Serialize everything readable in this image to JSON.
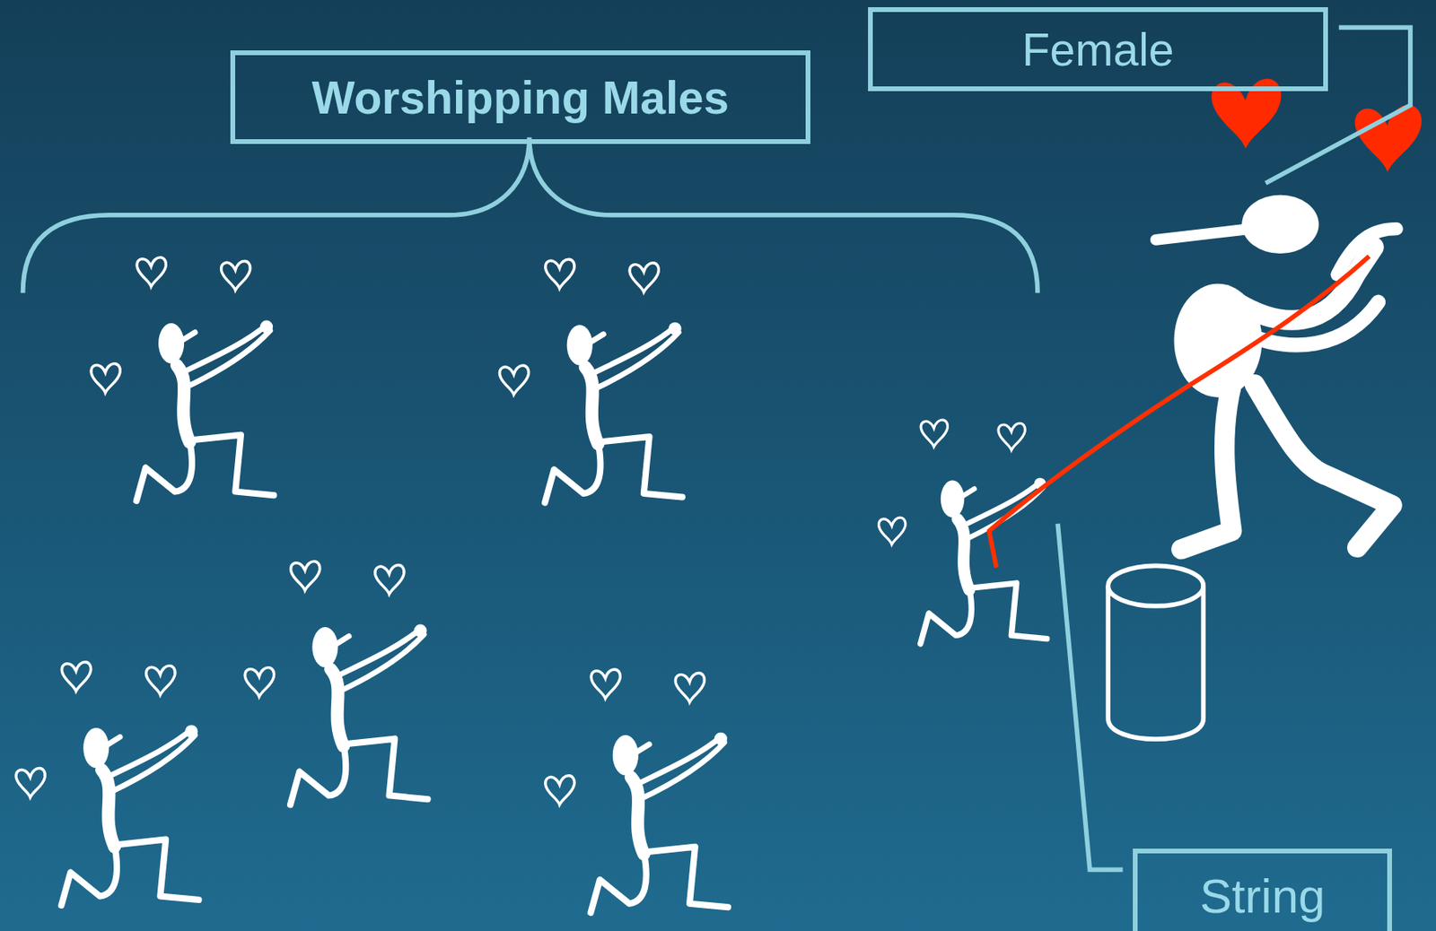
{
  "diagram": {
    "nodes": [
      {
        "text": [
          "Worshipping Males"
        ]
      },
      {
        "text": [
          "Female"
        ]
      },
      {
        "text": [
          "String"
        ]
      }
    ]
  }
}
